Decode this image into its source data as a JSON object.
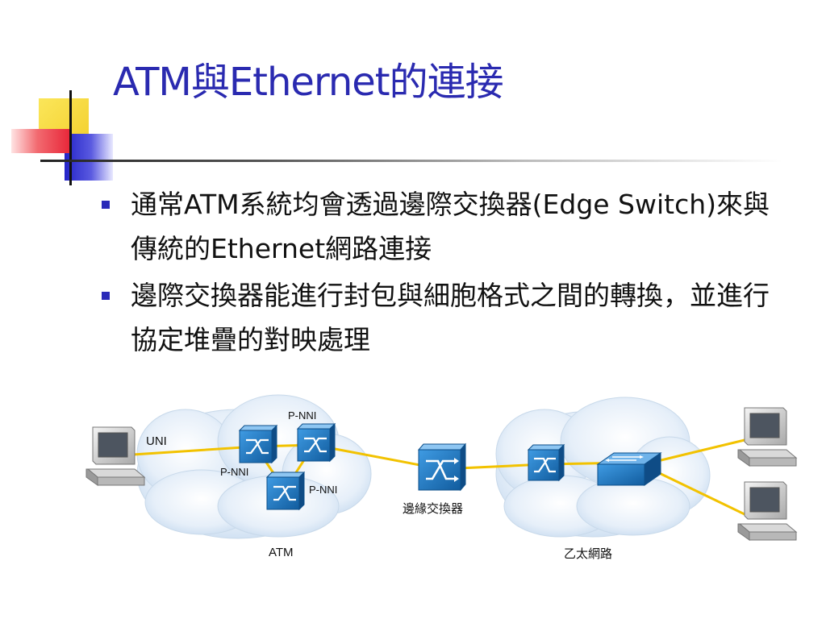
{
  "slide": {
    "title": "ATM與Ethernet的連接",
    "bullets": [
      "通常ATM系統均會透過邊際交換器(Edge Switch)來與傳統的Ethernet網路連接",
      "邊際交換器能進行封包與細胞格式之間的轉換，並進行協定堆疊的對映處理"
    ]
  },
  "diagram": {
    "labels": {
      "uni": "UNI",
      "pnni_top": "P-NNI",
      "pnni_left": "P-NNI",
      "pnni_right": "P-NNI",
      "edge_switch": "邊緣交換器",
      "atm_cloud": "ATM",
      "ethernet_cloud": "乙太網路"
    },
    "icons": [
      "desktop-computer-icon",
      "atm-switch-icon",
      "edge-switch-icon",
      "ethernet-switch-icon",
      "network-cloud-icon"
    ]
  },
  "colors": {
    "title": "#2a2ab0",
    "bullet": "#2b2bb8",
    "link": "#f2c200",
    "switch": "#1d79c8",
    "cloud": "#e4eef9",
    "deco_yellow": "#f7e04a",
    "deco_blue": "#3b3bd0",
    "deco_red": "#e8283a"
  }
}
